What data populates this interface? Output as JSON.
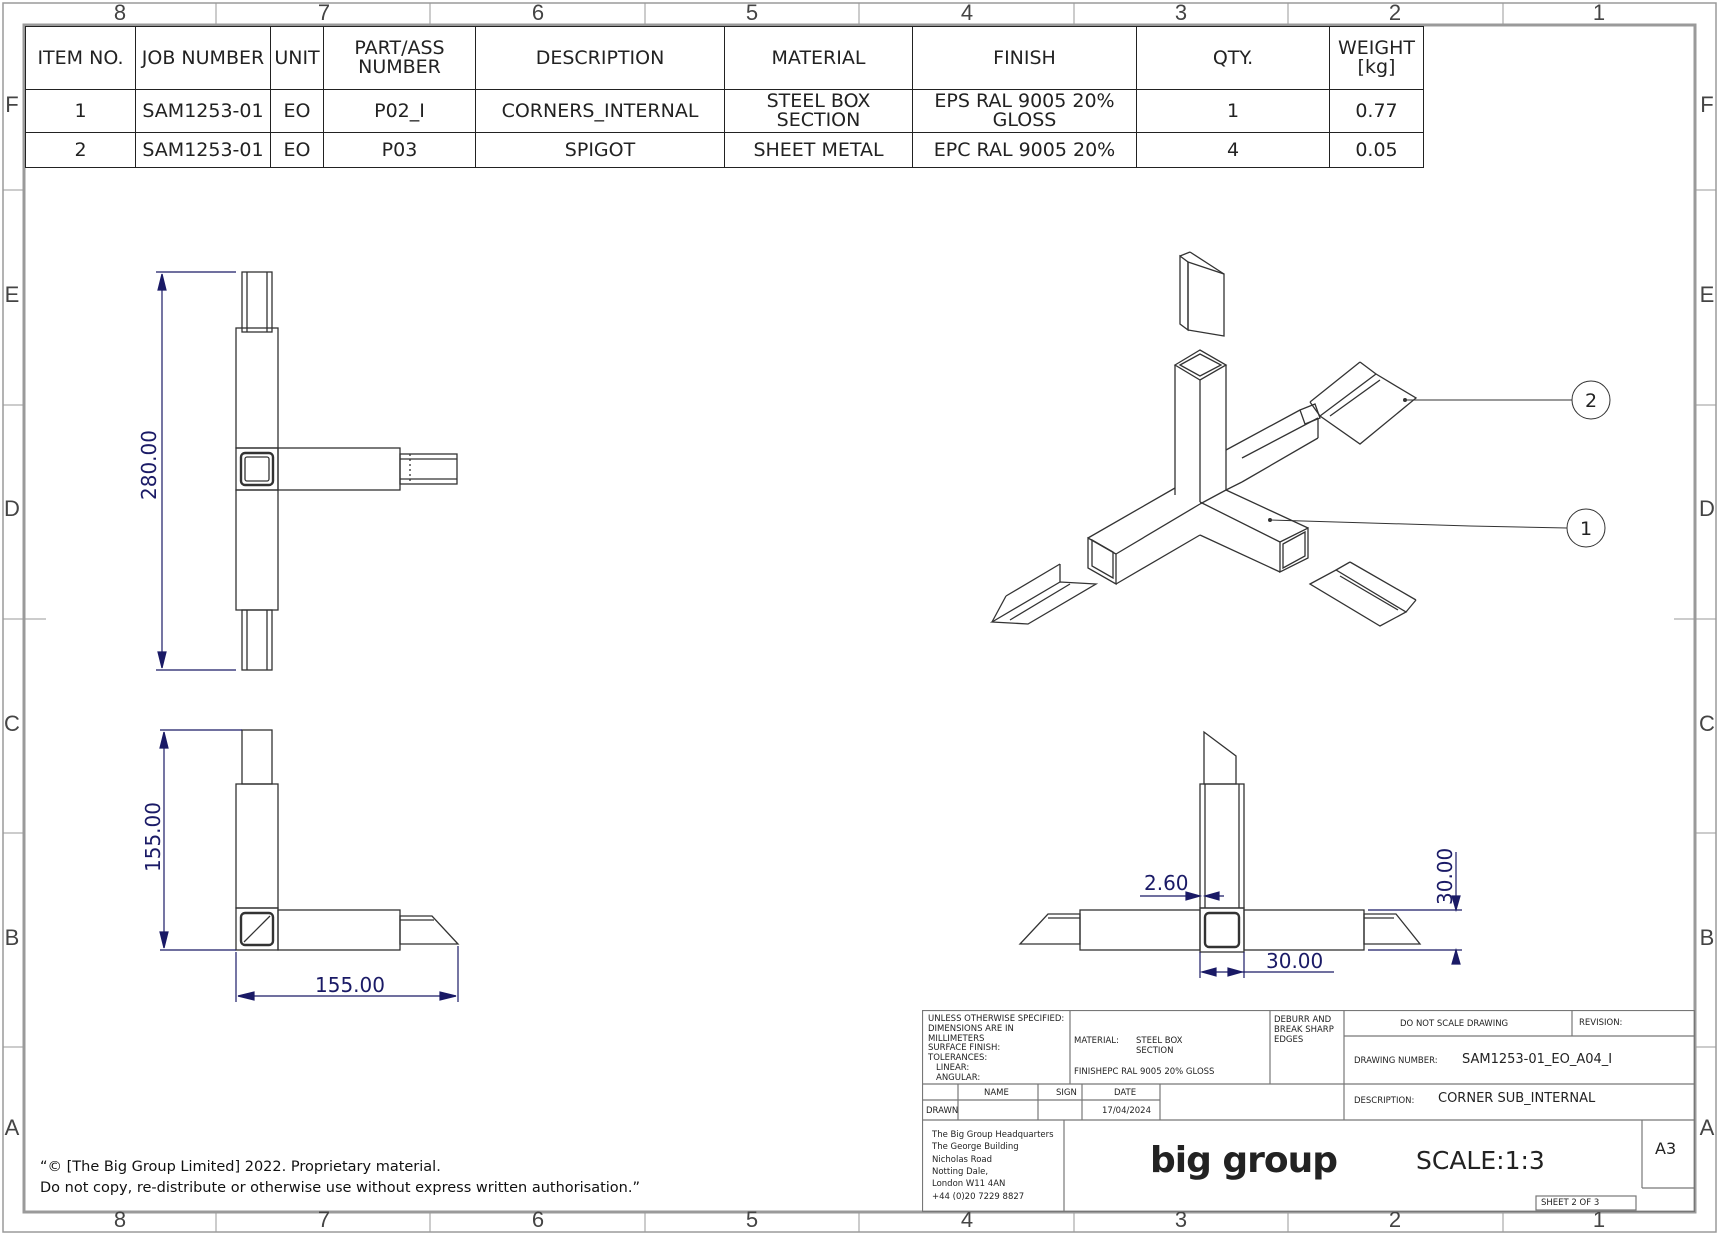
{
  "frame": {
    "columns": [
      "8",
      "7",
      "6",
      "5",
      "4",
      "3",
      "2",
      "1"
    ],
    "rows": [
      "F",
      "E",
      "D",
      "C",
      "B",
      "A"
    ]
  },
  "bom": {
    "headers": [
      "ITEM NO.",
      "JOB NUMBER",
      "UNIT",
      "PART/ASS NUMBER",
      "DESCRIPTION",
      "MATERIAL",
      "FINISH",
      "QTY.",
      "WEIGHT [kg]"
    ],
    "rows": [
      [
        "1",
        "SAM1253-01",
        "EO",
        "P02_I",
        "CORNERS_INTERNAL",
        "STEEL BOX SECTION",
        "EPS RAL 9005 20% GLOSS",
        "1",
        "0.77"
      ],
      [
        "2",
        "SAM1253-01",
        "EO",
        "P03",
        "SPIGOT",
        "SHEET METAL",
        "EPC RAL 9005 20%",
        "4",
        "0.05"
      ]
    ]
  },
  "dimensions": {
    "front_height": "280.00",
    "side_height": "155.00",
    "side_width": "155.00",
    "wall_thickness": "2.60",
    "section_width": "30.00",
    "section_height": "30.00"
  },
  "balloons": [
    "1",
    "2"
  ],
  "title_block": {
    "notes": [
      "UNLESS OTHERWISE SPECIFIED:",
      "DIMENSIONS ARE IN MILLIMETERS",
      "SURFACE FINISH:",
      "TOLERANCES:",
      "LINEAR:",
      "ANGULAR:"
    ],
    "material_label": "MATERIAL:",
    "material_value": "STEEL BOX SECTION",
    "finish_line": "FINISHEPC RAL 9005 20% GLOSS",
    "deburr": "DEBURR AND BREAK SHARP EDGES",
    "do_not_scale": "DO NOT SCALE DRAWING",
    "revision_label": "REVISION:",
    "drawing_number_label": "DRAWING NUMBER:",
    "drawing_number": "SAM1253-01_EO_A04_I",
    "description_label": "DESCRIPTION:",
    "description": "CORNER SUB_INTERNAL",
    "name_label": "NAME",
    "sign_label": "SIGN",
    "date_label": "DATE",
    "drawn_label": "DRAWN",
    "date": "17/04/2024",
    "address": [
      "The Big Group Headquarters",
      "The George Building",
      "Nicholas Road",
      "Notting Dale,",
      "London W11 4AN",
      "+44 (0)20 7229 8827"
    ],
    "brand": "big group",
    "scale": "SCALE:1:3",
    "size": "A3",
    "sheet": "SHEET 2 OF 3"
  },
  "copyright": {
    "line1": "“© [The Big Group Limited] 2022. Proprietary material.",
    "line2": "Do not copy, re-distribute or otherwise use without express written authorisation.”"
  }
}
